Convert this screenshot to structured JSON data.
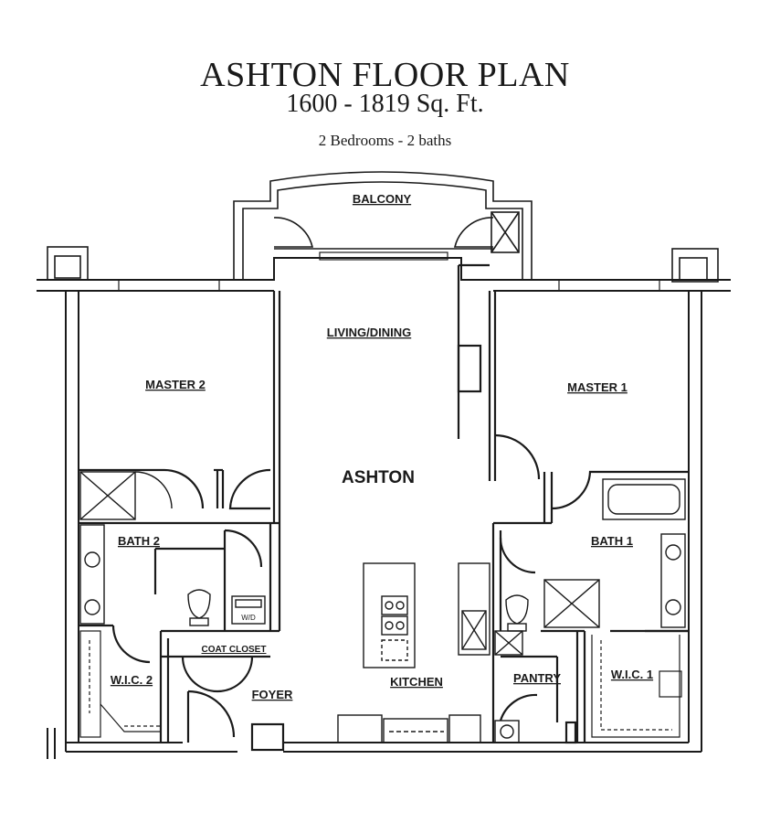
{
  "header": {
    "title": "ASHTON FLOOR PLAN",
    "area": "1600 - 1819 Sq. Ft.",
    "rooms_summary": "2 Bedrooms - 2 baths"
  },
  "rooms": {
    "balcony": "BALCONY",
    "living_dining": "LIVING/DINING",
    "master2": "MASTER 2",
    "master1": "MASTER 1",
    "unit_name": "ASHTON",
    "bath2": "BATH 2",
    "bath1": "BATH 1",
    "coat_closet": "COAT CLOSET",
    "wic2": "W.I.C. 2",
    "wic1": "W.I.C. 1",
    "foyer": "FOYER",
    "kitchen": "KITCHEN",
    "pantry": "PANTRY",
    "washer_dryer": "W/D"
  }
}
